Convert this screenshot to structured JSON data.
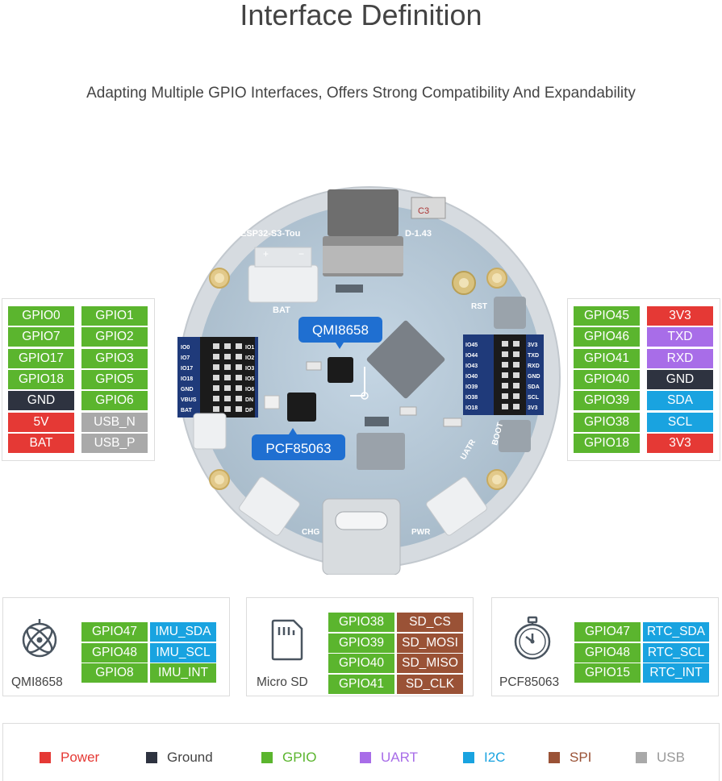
{
  "title": "Interface Definition",
  "subtitle": "Adapting Multiple GPIO Interfaces, Offers Strong Compatibility And Expandability",
  "colors": {
    "power": "#e53935",
    "ground": "#2e3340",
    "gpio": "#5bb52e",
    "uart": "#a86de8",
    "i2c": "#19a3e0",
    "spi": "#9a5236",
    "usb": "#a9a9a9"
  },
  "left_header": {
    "col1": [
      {
        "label": "GPIO0",
        "type": "gpio"
      },
      {
        "label": "GPIO7",
        "type": "gpio"
      },
      {
        "label": "GPIO17",
        "type": "gpio"
      },
      {
        "label": "GPIO18",
        "type": "gpio"
      },
      {
        "label": "GND",
        "type": "ground"
      },
      {
        "label": "5V",
        "type": "power"
      },
      {
        "label": "BAT",
        "type": "power"
      }
    ],
    "col2": [
      {
        "label": "GPIO1",
        "type": "gpio"
      },
      {
        "label": "GPIO2",
        "type": "gpio"
      },
      {
        "label": "GPIO3",
        "type": "gpio"
      },
      {
        "label": "GPIO5",
        "type": "gpio"
      },
      {
        "label": "GPIO6",
        "type": "gpio"
      },
      {
        "label": "USB_N",
        "type": "usb"
      },
      {
        "label": "USB_P",
        "type": "usb"
      }
    ]
  },
  "right_header": {
    "col1": [
      {
        "label": "GPIO45",
        "type": "gpio"
      },
      {
        "label": "GPIO46",
        "type": "gpio"
      },
      {
        "label": "GPIO41",
        "type": "gpio"
      },
      {
        "label": "GPIO40",
        "type": "gpio"
      },
      {
        "label": "GPIO39",
        "type": "gpio"
      },
      {
        "label": "GPIO38",
        "type": "gpio"
      },
      {
        "label": "GPIO18",
        "type": "gpio"
      }
    ],
    "col2": [
      {
        "label": "3V3",
        "type": "power"
      },
      {
        "label": "TXD",
        "type": "uart"
      },
      {
        "label": "RXD",
        "type": "uart"
      },
      {
        "label": "GND",
        "type": "ground"
      },
      {
        "label": "SDA",
        "type": "i2c"
      },
      {
        "label": "SCL",
        "type": "i2c"
      },
      {
        "label": "3V3",
        "type": "power"
      }
    ]
  },
  "board": {
    "silk_name_a": "ESP32-S3-Tou",
    "silk_name_b": "D-1.43",
    "chip_callout_1": "QMI8658",
    "chip_callout_2": "PCF85063",
    "bat_label": "BAT",
    "rst_label": "RST",
    "boot_label": "BOOT",
    "uatr_label": "UATR",
    "chg_label": "CHG",
    "pwr_label": "PWR",
    "cap_label": "C3",
    "left_silk": [
      "IO0",
      "IO7",
      "IO17",
      "IO18",
      "GND",
      "VBUS",
      "BAT"
    ],
    "left_silk_2": [
      "IO1",
      "IO2",
      "IO3",
      "IO5",
      "IO6",
      "DN",
      "DP"
    ],
    "right_silk": [
      "IO45",
      "IO44",
      "IO43",
      "IO40",
      "IO39",
      "IO38",
      "IO18"
    ],
    "right_silk_2": [
      "3V3",
      "TXD",
      "RXD",
      "GND",
      "SDA",
      "SCL",
      "3V3"
    ]
  },
  "modules": [
    {
      "name": "QMI8658",
      "icon": "gyroscope-icon",
      "rows": [
        {
          "gpio": "GPIO47",
          "func": "IMU_SDA",
          "type": "i2c"
        },
        {
          "gpio": "GPIO48",
          "func": "IMU_SCL",
          "type": "i2c"
        },
        {
          "gpio": "GPIO8",
          "func": "IMU_INT",
          "type": "gpio"
        }
      ]
    },
    {
      "name": "Micro SD",
      "icon": "sd-card-icon",
      "rows": [
        {
          "gpio": "GPIO38",
          "func": "SD_CS",
          "type": "spi"
        },
        {
          "gpio": "GPIO39",
          "func": "SD_MOSI",
          "type": "spi"
        },
        {
          "gpio": "GPIO40",
          "func": "SD_MISO",
          "type": "spi"
        },
        {
          "gpio": "GPIO41",
          "func": "SD_CLK",
          "type": "spi"
        }
      ]
    },
    {
      "name": "PCF85063",
      "icon": "stopwatch-icon",
      "rows": [
        {
          "gpio": "GPIO47",
          "func": "RTC_SDA",
          "type": "i2c"
        },
        {
          "gpio": "GPIO48",
          "func": "RTC_SCL",
          "type": "i2c"
        },
        {
          "gpio": "GPIO15",
          "func": "RTC_INT",
          "type": "i2c"
        }
      ]
    }
  ],
  "legend": [
    {
      "label": "Power",
      "type": "power"
    },
    {
      "label": "Ground",
      "type": "ground"
    },
    {
      "label": "GPIO",
      "type": "gpio"
    },
    {
      "label": "UART",
      "type": "uart"
    },
    {
      "label": "I2C",
      "type": "i2c"
    },
    {
      "label": "SPI",
      "type": "spi"
    },
    {
      "label": "USB",
      "type": "usb"
    }
  ]
}
